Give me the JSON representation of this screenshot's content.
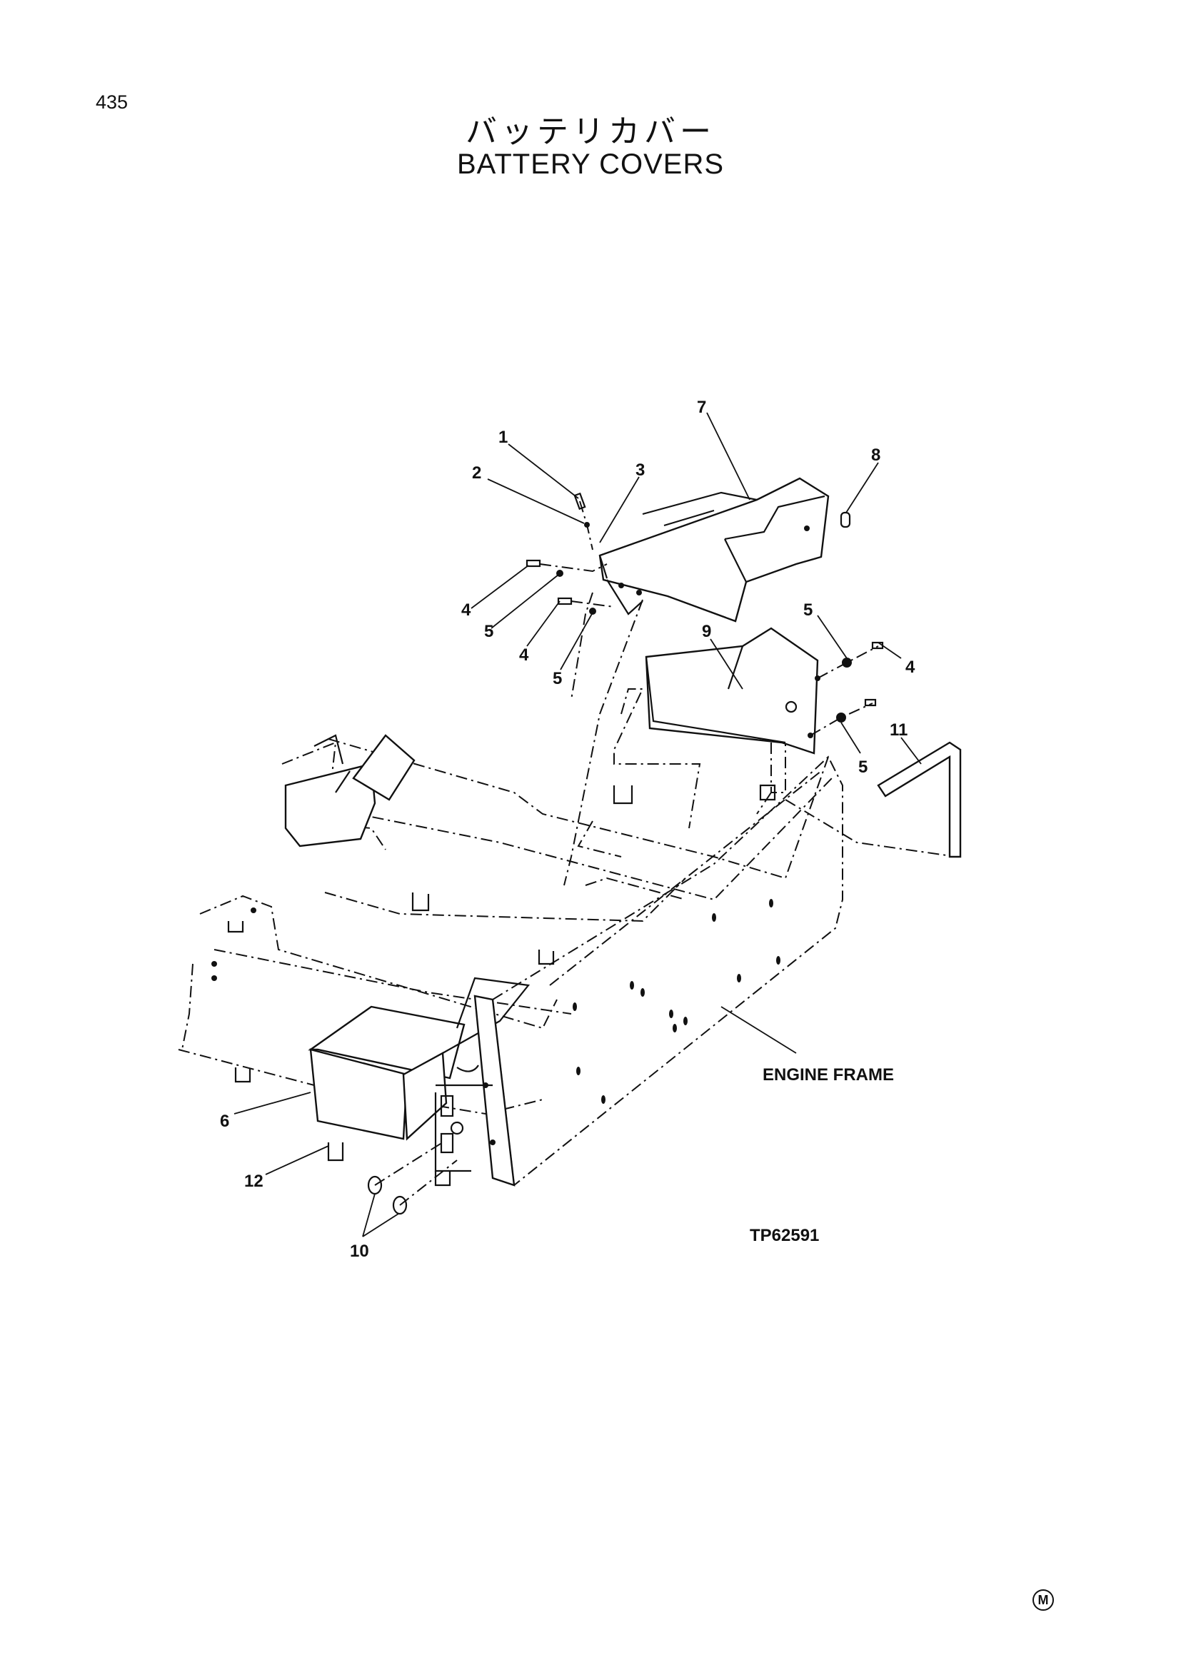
{
  "page": {
    "number": "435",
    "title_jp": "バッテリカバー",
    "title_en": "BATTERY  COVERS",
    "reference_code": "TP62591",
    "corner_mark": "M"
  },
  "diagram": {
    "frame_label": "ENGINE FRAME",
    "callouts": [
      "1",
      "2",
      "3",
      "4",
      "5",
      "4",
      "5",
      "6",
      "7",
      "8",
      "9",
      "5",
      "4",
      "5",
      "11",
      "12",
      "10"
    ]
  }
}
